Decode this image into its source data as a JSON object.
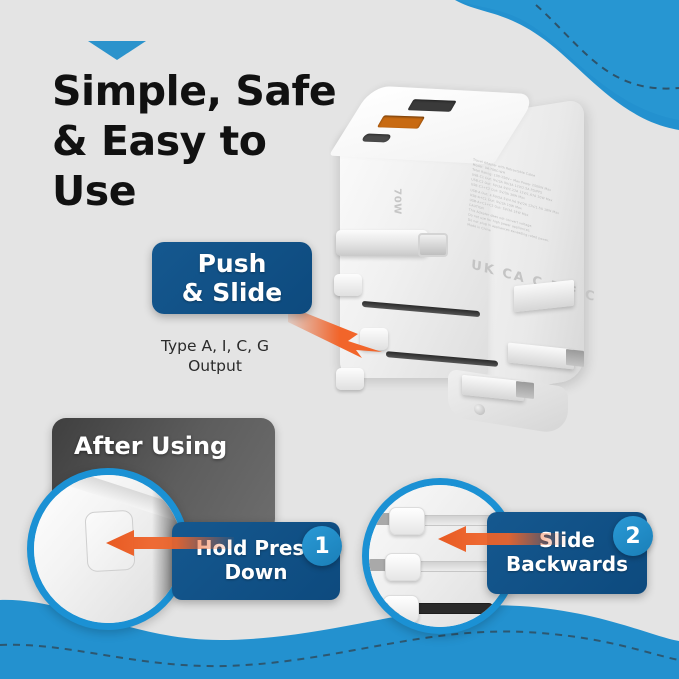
{
  "page": {
    "background_color": "#e4e4e4",
    "accent_blue": "#1b91d4",
    "badge_blue": "#0d5286",
    "dark_panel": "#4f4f4f",
    "arrow_orange": "#f2652a"
  },
  "headline": {
    "text": "Simple, Safe\n& Easy to\nUse",
    "arrow_icon": "triangle-down-icon"
  },
  "push_slide": {
    "badge_label": "Push\n& Slide",
    "caption": "Type A, I, C, G\nOutput"
  },
  "after_using": {
    "panel_label": "After Using"
  },
  "steps": [
    {
      "number": "1",
      "label": "Hold Press\nDown",
      "arrow_icon": "arrow-left-icon"
    },
    {
      "number": "2",
      "label": "Slide\nBackwards",
      "arrow_icon": "arrow-left-icon"
    }
  ],
  "product": {
    "wattage_label": "70W",
    "cert_marks": "UK CA  C E  F C",
    "fineprint": "Travel Adapter with Retractable Cable\nModel: UA-T06C-WH\nTotal Rating: 100-250V~ Max Power 2500W Max\nUSB-C1 Out: 5V/3A 9V/3A 12V/2.5A PD/PPS\nUSB-C2 Out: 5V/3A 9V/2.22A 12V/1.67A 20W Max\nUSB-C1+C2 Out: 5V/3A 30W Max\nUSB-A Out: 4.5V/5A 5V/4.5A 9V/2A 12V/1.5A 18W Max\nUSB-A+C1 Out: 5V/3A 15W Max\nUSB-A+C1+C2 Out: 5V/3A 15W Max\nCAUTION\nThis Adapter does not convert voltage.\nDo not use for high power appliances.\nDo not plug in appliances exceeding rated power.\nMade in China"
  }
}
